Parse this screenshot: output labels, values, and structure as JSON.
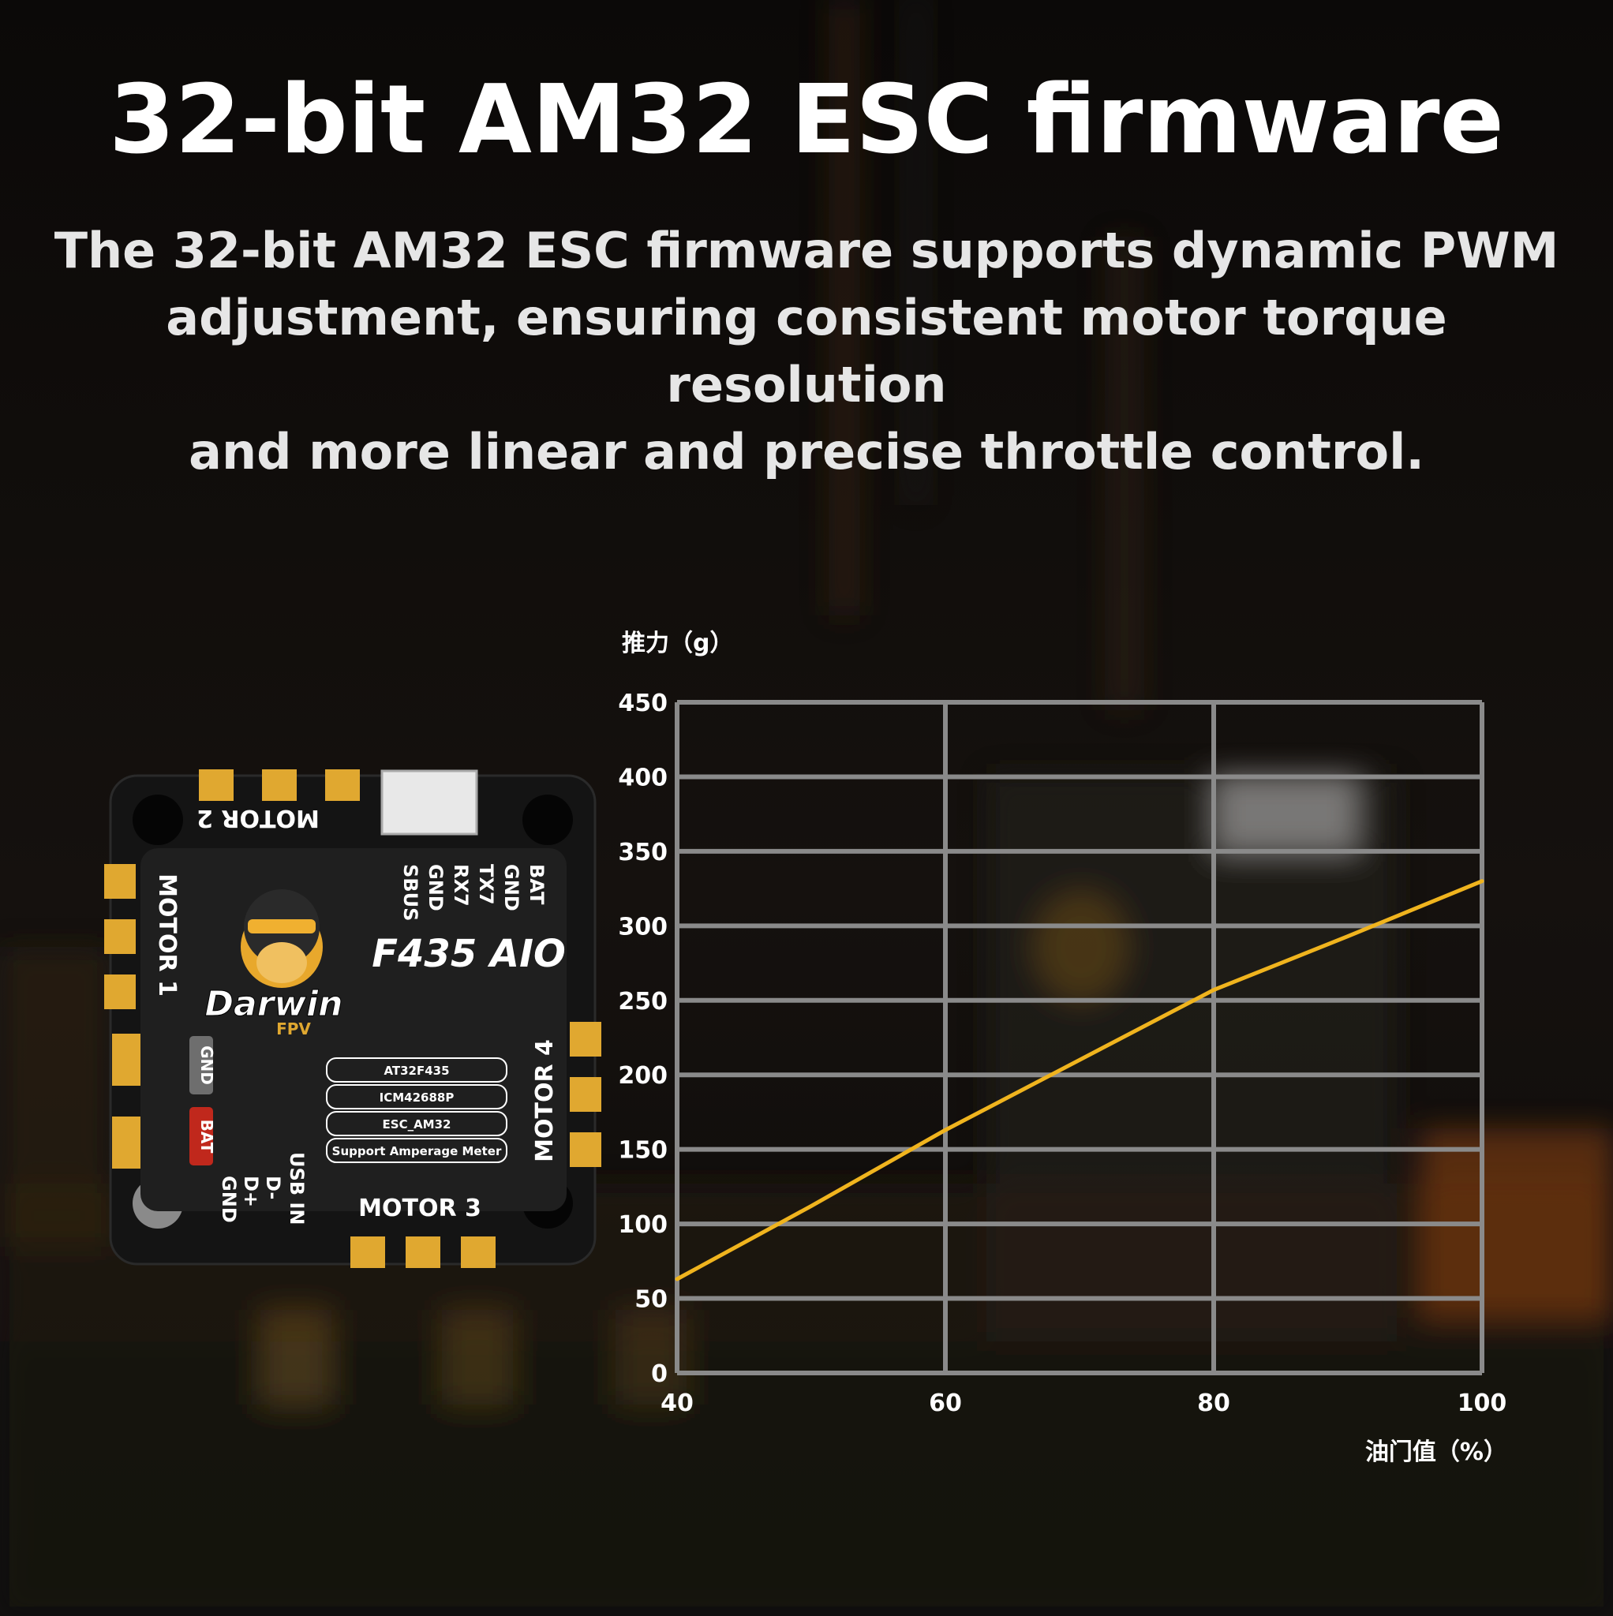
{
  "header": {
    "title": "32-bit AM32 ESC firmware",
    "subtitle_lines": [
      "The 32-bit AM32 ESC firmware supports dynamic PWM",
      "adjustment, ensuring consistent motor torque resolution",
      "and more linear and precise throttle control."
    ]
  },
  "board": {
    "model": "F435 AIO",
    "brand": "Darwin",
    "brand_sub": "FPV",
    "motor_labels": [
      "MOTOR 1",
      "MOTOR 2",
      "MOTOR 3",
      "MOTOR 4"
    ],
    "pins_top": [
      "BAT",
      "GND",
      "TX7",
      "RX7",
      "GND",
      "SBUS"
    ],
    "pins_bottom": [
      "USB IN",
      "D-",
      "D+",
      "GND"
    ],
    "pads": [
      "GND",
      "BAT"
    ],
    "spec_boxes": [
      "AT32F435",
      "ICM42688P",
      "ESC_AM32",
      "Support Amperage Meter"
    ],
    "colors": {
      "board": "#1c1c1c",
      "pad": "#e0a830",
      "bat_badge": "#c0281c",
      "gnd_badge": "#6e6e6e"
    }
  },
  "chart_data": {
    "type": "line",
    "title": "",
    "xlabel": "油门值（%）",
    "ylabel": "推力（g）",
    "xlim": [
      40,
      100
    ],
    "ylim": [
      0,
      450
    ],
    "x_ticks": [
      40,
      60,
      80,
      100
    ],
    "y_ticks": [
      0,
      50,
      100,
      150,
      200,
      250,
      300,
      350,
      400,
      450
    ],
    "grid": true,
    "series": [
      {
        "color": "#f0b41e",
        "x": [
          40,
          50,
          60,
          70,
          80,
          90,
          100
        ],
        "y": [
          63,
          112,
          163,
          210,
          257,
          293,
          330
        ]
      }
    ]
  }
}
